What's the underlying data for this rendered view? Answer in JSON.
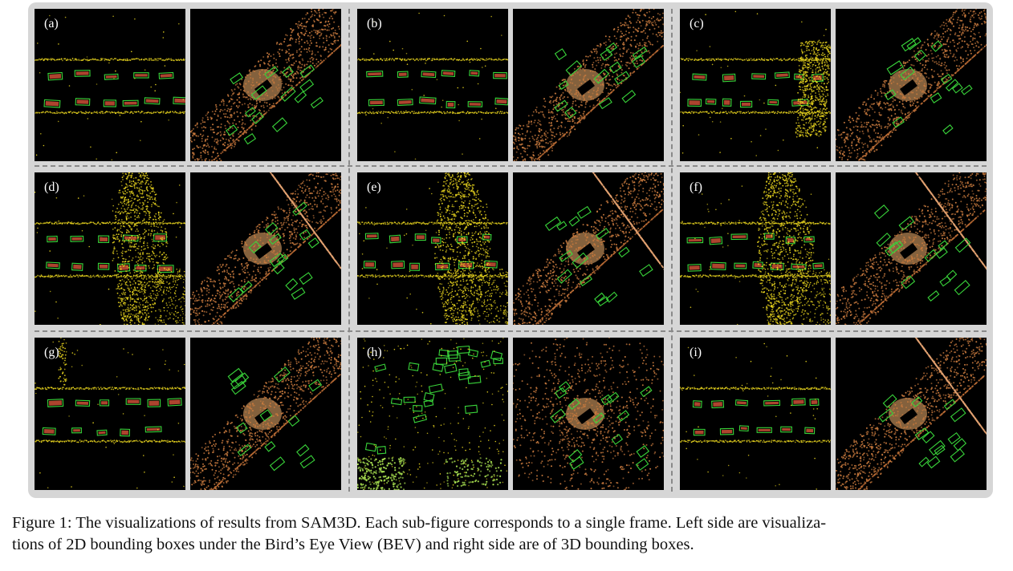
{
  "figure": {
    "subfigures": [
      {
        "label": "(a)",
        "bev_scene": "road-horizontal",
        "view3d_scene": "diagonal-road"
      },
      {
        "label": "(b)",
        "bev_scene": "road-horizontal",
        "view3d_scene": "diagonal-road"
      },
      {
        "label": "(c)",
        "bev_scene": "road-with-wall-right",
        "view3d_scene": "diagonal-road"
      },
      {
        "label": "(d)",
        "bev_scene": "road-with-wall-center",
        "view3d_scene": "intersection"
      },
      {
        "label": "(e)",
        "bev_scene": "road-with-wall-center",
        "view3d_scene": "intersection"
      },
      {
        "label": "(f)",
        "bev_scene": "road-with-wall-center",
        "view3d_scene": "intersection"
      },
      {
        "label": "(g)",
        "bev_scene": "sparse-road",
        "view3d_scene": "diagonal-road"
      },
      {
        "label": "(h)",
        "bev_scene": "scattered-boxes",
        "view3d_scene": "radial-scatter"
      },
      {
        "label": "(i)",
        "bev_scene": "road-horizontal",
        "view3d_scene": "intersection"
      }
    ],
    "colors": {
      "frame": "#d6d6d6",
      "points_yellow": "#e6d21e",
      "points_orange": "#c87a3e",
      "box_green": "#39d43a",
      "box_fill": "#d8553a"
    }
  },
  "caption": {
    "line1": "Figure 1: The visualizations of results from SAM3D. Each sub-figure corresponds to a single frame. Left side are visualiza-",
    "line2": "tions of 2D bounding boxes under the Bird’s Eye View (BEV) and right side are of 3D bounding boxes."
  }
}
